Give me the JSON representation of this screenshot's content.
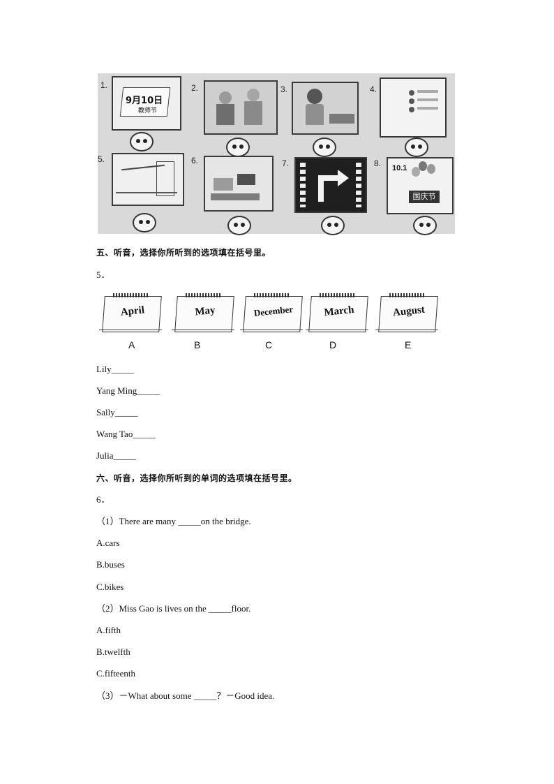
{
  "scan": {
    "numbers": [
      "1.",
      "2.",
      "3.",
      "4.",
      "5.",
      "6.",
      "7.",
      "8."
    ],
    "pic1_text": "9月10日",
    "pic1_sub": "教师节",
    "pic8_date": "10.1",
    "pic8_text": "国庆节"
  },
  "section5": {
    "heading": "五、听音，选择你所听到的选项填在括号里。",
    "qnum": "5．",
    "calendars": [
      {
        "word": "April",
        "letter": "A"
      },
      {
        "word": "May",
        "letter": "B"
      },
      {
        "word": "December",
        "letter": "C"
      },
      {
        "word": "March",
        "letter": "D"
      },
      {
        "word": "August",
        "letter": "E"
      }
    ],
    "names": [
      "Lily_____",
      "Yang Ming_____",
      "Sally_____",
      "Wang Tao_____",
      "Julia_____"
    ]
  },
  "section6": {
    "heading": "六、听音，选择你所听到的单词的选项填在括号里。",
    "qnum": "6．",
    "lines": [
      "（1）There are many _____on the bridge.",
      "A.cars",
      "B.buses",
      "C.bikes",
      "（2）Miss Gao is lives on the _____floor.",
      "A.fifth",
      "B.twelfth",
      "C.fifteenth",
      "（3）－What about some _____？－Good idea."
    ]
  }
}
